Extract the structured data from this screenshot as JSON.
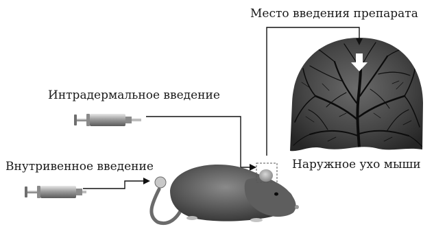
{
  "labels": {
    "injection_site": "Место введения препарата",
    "intradermal": "Интрадермальное введение",
    "intravenous": "Внутривенное введение",
    "outer_ear": "Наружное ухо мыши"
  },
  "colors": {
    "line": "#111111",
    "ear_bg": "#3a3a3a",
    "vessel": "#0c0c0c",
    "mouse_body": "#5c5c5c",
    "syringe_barrel": "#9a9a9a"
  },
  "icons": [
    "syringe-icon",
    "mouse-illustration",
    "ear-micrograph",
    "down-arrow-icon"
  ]
}
